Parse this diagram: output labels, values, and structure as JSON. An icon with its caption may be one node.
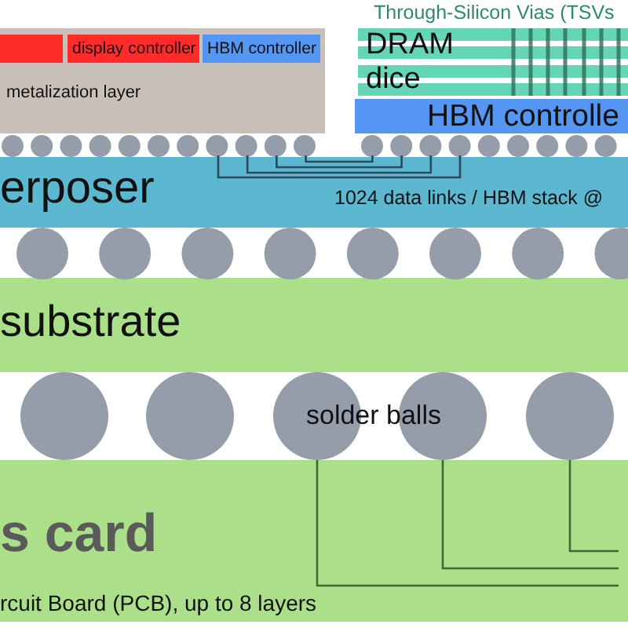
{
  "diagram": {
    "nodes": [
      {
        "text": [
          "metalization layer"
        ]
      },
      {
        "text": [],
        "shape": "box",
        "in": 0
      },
      {
        "text": [
          "display controller"
        ],
        "in": 0
      },
      {
        "text": [
          "HBM controller"
        ],
        "in": 0
      },
      {
        "text": [
          "DRAM dice"
        ]
      },
      {
        "text": [
          "HBM controlle"
        ]
      },
      {
        "text": [
          "erposer",
          "1024 data links / HBM stack @"
        ]
      },
      {
        "text": [
          "substrate"
        ]
      },
      {
        "text": [
          "s card",
          "rcuit Board (PCB), up to 8 layers"
        ]
      }
    ],
    "labels": [
      "Through-Silicon Vias (TSVs",
      "solder balls"
    ]
  }
}
